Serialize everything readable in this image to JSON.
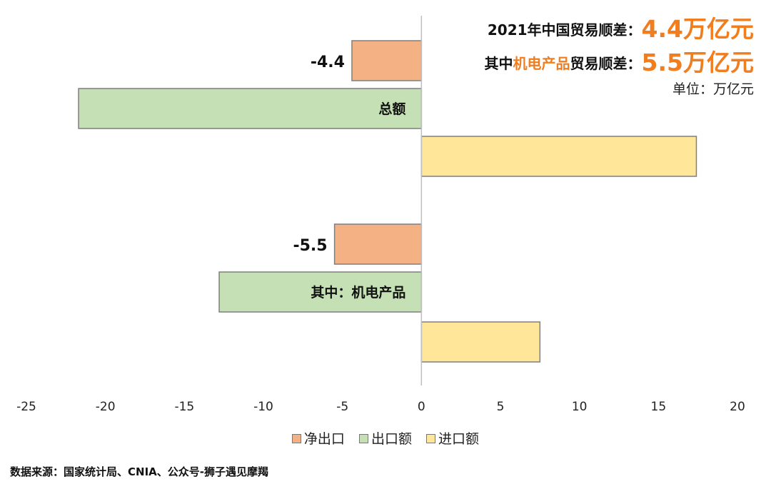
{
  "title": {
    "line1_prefix": "2021年中国贸易顺差：",
    "line1_value": "4.4万亿元",
    "line2_prefix": "其中",
    "line2_highlight": "机电产品",
    "line2_middle": "贸易顺差：",
    "line2_value": "5.5万亿元",
    "unit": "单位：万亿元"
  },
  "source": "数据来源：国家统计局、CNIA、公众号-狮子遇见摩羯",
  "colors": {
    "net_export": "#f4b183",
    "export": "#c5e0b4",
    "import": "#ffe699",
    "stroke": "#7f7f7f",
    "axis": "#bfbfbf"
  },
  "chart_data": {
    "type": "bar",
    "orientation": "horizontal",
    "categories": [
      "总额",
      "其中：机电产品"
    ],
    "series": [
      {
        "name": "净出口",
        "values": [
          -4.4,
          -5.5
        ]
      },
      {
        "name": "出口额",
        "values": [
          -21.7,
          -12.8
        ]
      },
      {
        "name": "进口额",
        "values": [
          17.4,
          7.5
        ]
      }
    ],
    "data_labels": [
      "-4.4",
      "-5.5"
    ],
    "xlim": [
      -25,
      20
    ],
    "xticks": [
      "-25",
      "-20",
      "-15",
      "-10",
      "-5",
      "0",
      "5",
      "10",
      "15",
      "20"
    ],
    "legend_position": "bottom",
    "grid": false
  }
}
